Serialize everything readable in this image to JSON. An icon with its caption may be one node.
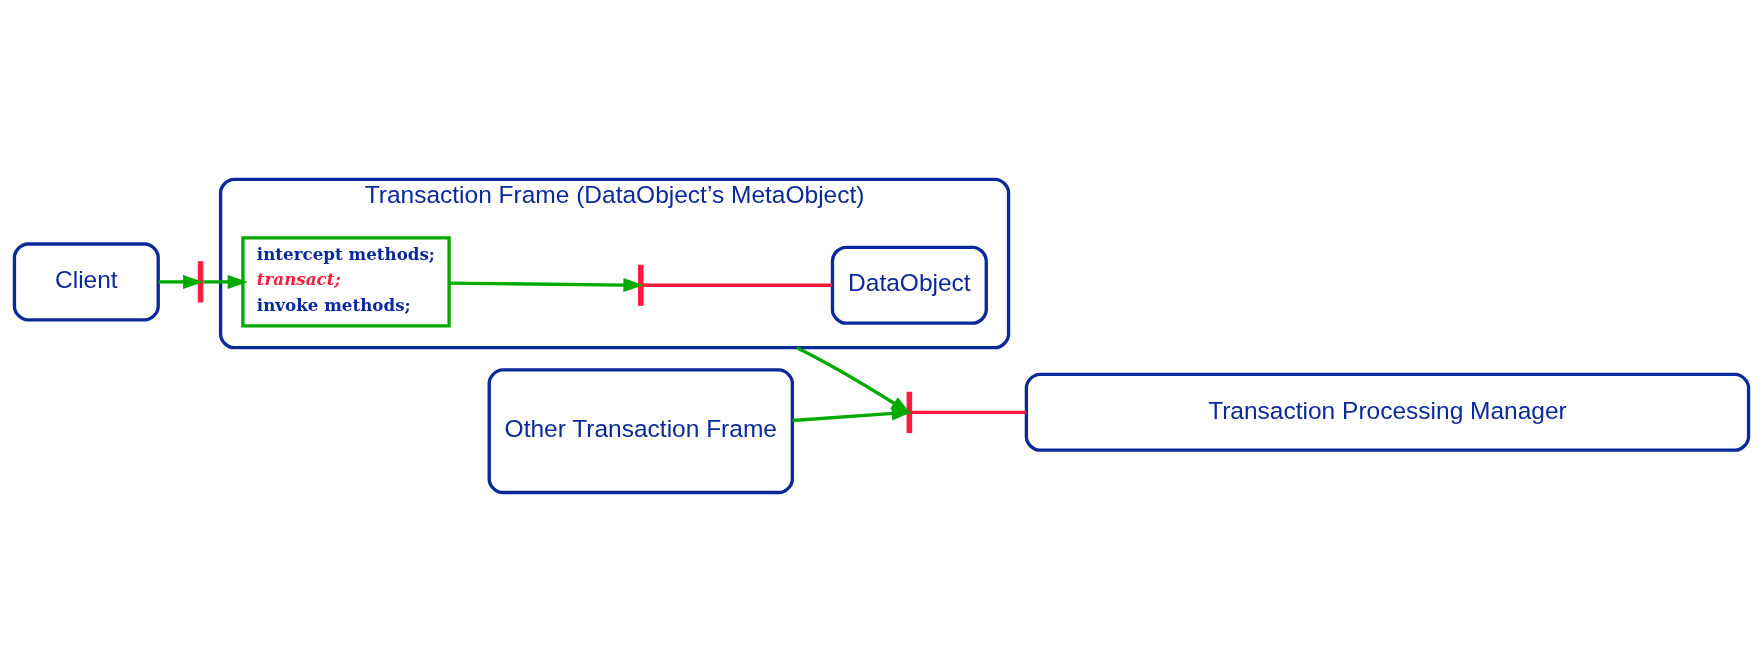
{
  "diagram": {
    "nodes": [
      {
        "text": [
          "Client"
        ]
      },
      {
        "text": [
          "Transaction Frame (DataObject’s MetaObject)"
        ]
      },
      {
        "text": [
          "intercept methods;",
          "transact;",
          "invoke methods;"
        ],
        "in": 1
      },
      {
        "text": [
          "DataObject"
        ],
        "in": 1
      },
      {
        "text": [
          "Other Transaction Frame"
        ]
      },
      {
        "text": [
          "Transaction Processing Manager"
        ]
      },
      {
        "text": [],
        "shape": "bar"
      },
      {
        "text": [],
        "shape": "bar",
        "in": 1
      },
      {
        "text": [],
        "shape": "bar"
      }
    ],
    "edges": [
      {
        "from": 0,
        "to": 6,
        "arrow": "to"
      },
      {
        "from": 6,
        "to": 2,
        "arrow": "to"
      },
      {
        "from": 2,
        "to": 7,
        "arrow": "to"
      },
      {
        "from": 7,
        "to": 3,
        "arrow": "none",
        "color": "#ff1a3c"
      },
      {
        "from": 1,
        "to": 8,
        "arrow": "to"
      },
      {
        "from": 4,
        "to": 8,
        "arrow": "to"
      },
      {
        "from": 8,
        "to": 5,
        "arrow": "none",
        "color": "#ff1a3c"
      }
    ]
  }
}
